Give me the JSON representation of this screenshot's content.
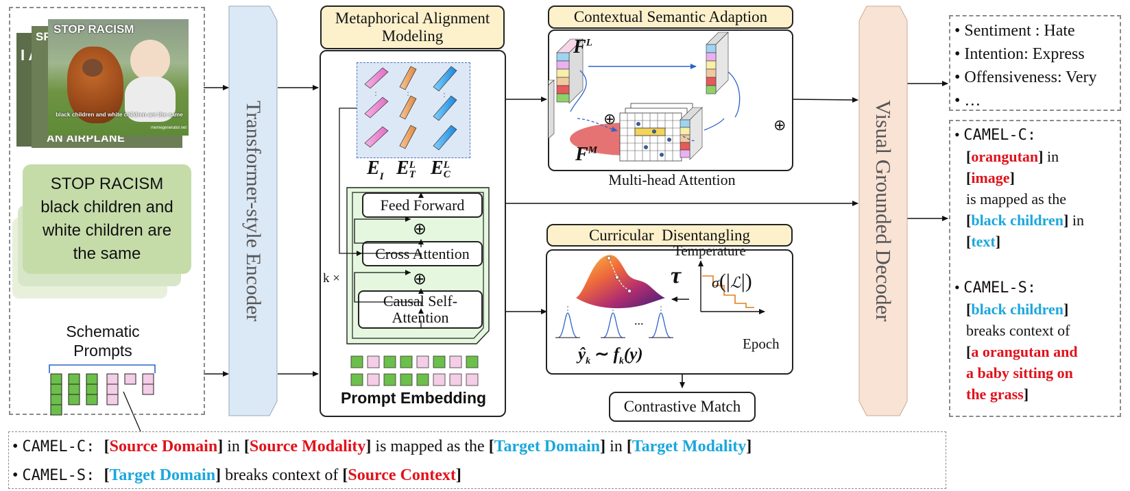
{
  "colors": {
    "red": "#e0121b",
    "blue": "#1aa7dc",
    "tab_fill": "#fdf1cc",
    "encoder_fill": "#dbe8f5",
    "decoder_fill": "#f9e3d5",
    "block_fill": "#e5f8df",
    "green": "#6cbf4a",
    "pink": "#f4cde6"
  },
  "input": {
    "meme_caption_top": "STOP RACISM",
    "meme_caption_bottom": "black children and white children are the same",
    "meme_watermark": "memegenerator.net",
    "meme_back_text_1": "SP",
    "meme_back_text_2": "I A",
    "meme_back_bottom": "AN AIRPLANE",
    "text_card": [
      "STOP RACISM",
      "black children and",
      "white children are",
      "the same"
    ],
    "prompts_title": [
      "Schematic",
      "Prompts"
    ]
  },
  "encoder": {
    "label": "Transformer-style Encoder"
  },
  "decoder": {
    "label": "Visual Grounded Decoder"
  },
  "mam": {
    "title": [
      "Metaphorical Alignment",
      "Modeling"
    ],
    "feed_forward": "Feed Forward",
    "cross_attention": "Cross Attention",
    "causal_self_attention": [
      "Causal Self-",
      "Attention"
    ],
    "k_label": "k ×",
    "plus": "⊕",
    "prompt_embedding": "Prompt Embedding",
    "embed_labels": [
      {
        "base": "E",
        "sub": "I",
        "sup": ""
      },
      {
        "base": "E",
        "sub": "T",
        "sup": "L"
      },
      {
        "base": "E",
        "sub": "C",
        "sup": "L"
      }
    ]
  },
  "csa": {
    "title": "Contextual Semantic Adaption",
    "fl_label": {
      "base": "F",
      "sup": "L"
    },
    "fm_label": {
      "base": "F",
      "sup": "M"
    },
    "caption": "Multi-head Attention",
    "plus": "⊕"
  },
  "cd": {
    "title": "Curricular  Disentangling",
    "temperature": "Temperature",
    "tau": "τ",
    "sigma": "σ",
    "loss": "ℒ",
    "epoch": "Epoch",
    "dots": "...",
    "formula": {
      "y": "ŷ",
      "y_sub": "k",
      "sim": "∼",
      "f": "f",
      "f_sub": "k",
      "arg": "(y)"
    }
  },
  "contrastive": {
    "label": "Contrastive Match"
  },
  "output_top": {
    "bullet": "•",
    "items": [
      {
        "label": "Sentiment",
        "sep": " : ",
        "value": "Hate"
      },
      {
        "label": "Intention",
        "sep": ": ",
        "value": "Express"
      },
      {
        "label": "Offensiveness",
        "sep": ": ",
        "value": "Very"
      }
    ],
    "ellipsis": "…"
  },
  "output_bottom": {
    "bullet": "•",
    "camel_c": {
      "name": "CAMEL-C:",
      "src_domain": "orangutan",
      "in1": " in",
      "src_modality": "image",
      "mapped": "is mapped as the",
      "tgt_domain": "black children",
      "in2": " in",
      "tgt_modality": "text"
    },
    "camel_s": {
      "name": "CAMEL-S:",
      "tgt_domain": "black children",
      "breaks": "breaks context of",
      "src_context": [
        "a orangutan and",
        "a baby sitting on",
        "the grass"
      ]
    }
  },
  "templates": {
    "bullet": "•",
    "camel_c": {
      "name": "CAMEL-C: ",
      "source_domain": "Source Domain",
      "in1": " in ",
      "source_modality": "Source Modality",
      "mapped": " is mapped as the ",
      "target_domain": "Target Domain",
      "in2": " in ",
      "target_modality": "Target Modality"
    },
    "camel_s": {
      "name": "CAMEL-S: ",
      "target_domain": "Target Domain",
      "breaks": " breaks context of ",
      "source_context": "Source Context"
    }
  }
}
